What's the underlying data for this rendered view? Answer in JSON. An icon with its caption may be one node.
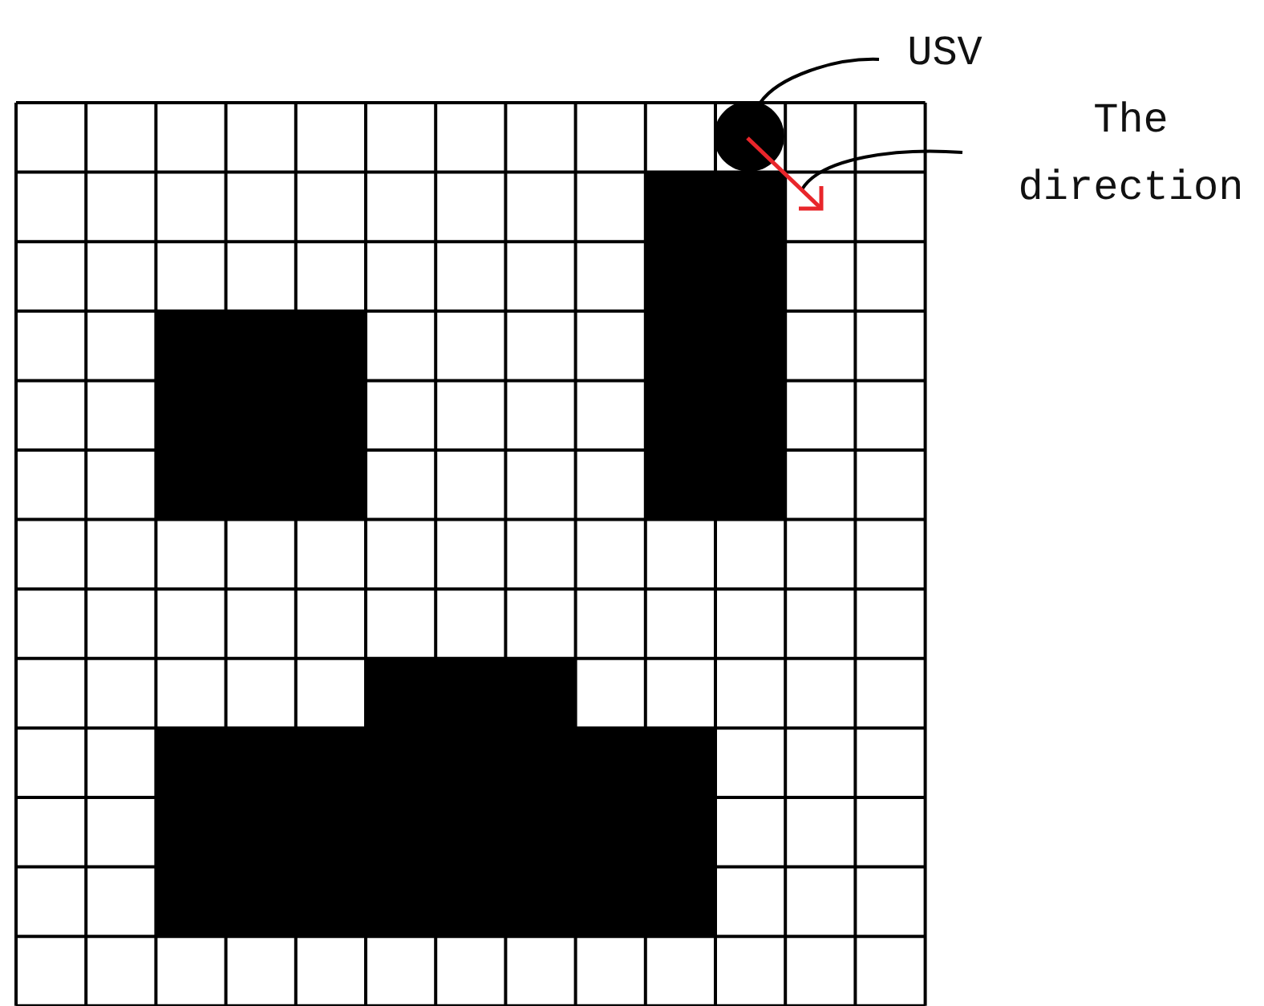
{
  "diagram": {
    "nodes": [
      {
        "text": [
          "USV"
        ]
      },
      {
        "text": [],
        "shape": "circle"
      },
      {
        "text": [
          "The direction"
        ]
      },
      {
        "text": [],
        "shape": "arrow"
      }
    ],
    "edges": [
      {
        "from": 0,
        "to": 1,
        "arrow": "none"
      },
      {
        "from": 2,
        "to": 3,
        "arrow": "none"
      }
    ]
  }
}
